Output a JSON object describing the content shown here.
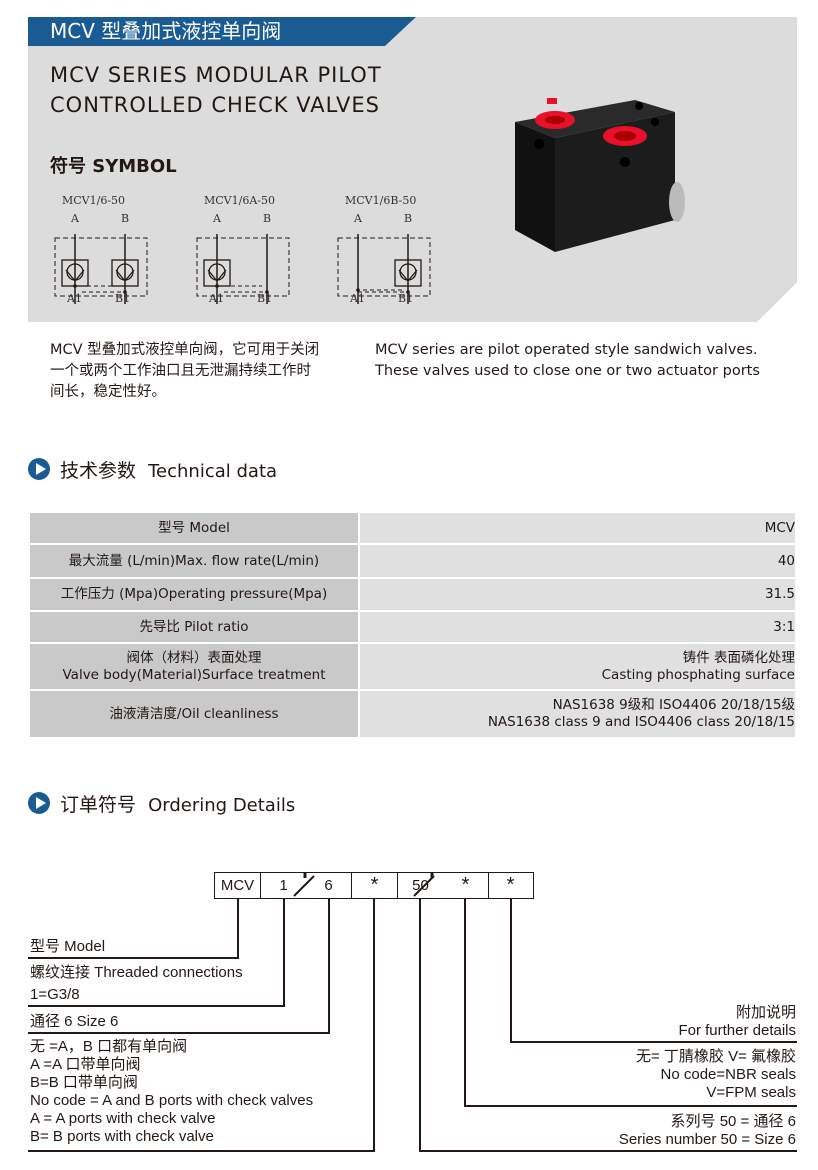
{
  "header": {
    "title": "MCV 型叠加式液控单向阀",
    "subtitle_line1": "MCV SERIES MODULAR PILOT",
    "subtitle_line2": "CONTROLLED CHECK VALVES"
  },
  "symbol": {
    "title": "符号 SYMBOL",
    "items": [
      {
        "model": "MCV1/6-50",
        "a": "A",
        "b": "B",
        "a1": "A1",
        "b1": "B1"
      },
      {
        "model": "MCV1/6A-50",
        "a": "A",
        "b": "B",
        "a1": "A1",
        "b1": "B1"
      },
      {
        "model": "MCV1/6B-50",
        "a": "A",
        "b": "B",
        "a1": "A1",
        "b1": "B1"
      }
    ]
  },
  "description": {
    "cn": [
      "MCV  型叠加式液控单向阀，它可用于关闭",
      "一个或两个工作油口且无泄漏持续工作时",
      "间长，稳定性好。"
    ],
    "en": [
      "MCV series are pilot operated style sandwich valves.",
      "These valves used to close one or two actuator ports"
    ]
  },
  "technical": {
    "title": "技术参数",
    "title_en": "Technical data",
    "rows": [
      {
        "label": "型号 Model",
        "value": "MCV"
      },
      {
        "label": "最大流量 (L/min)Max. flow rate(L/min)",
        "value": "40"
      },
      {
        "label": "工作压力 (Mpa)Operating pressure(Mpa)",
        "value": "31.5"
      },
      {
        "label": "先导比 Pilot ratio",
        "value": "3:1"
      },
      {
        "label": "阀体（材料）表面处理",
        "label2": "Valve body(Material)Surface treatment",
        "value": "铸件 表面磷化处理",
        "value2": "Casting phosphating surface"
      },
      {
        "label": "油液清洁度/Oil cleanliness",
        "value": "NAS1638 9级和 ISO4406 20/18/15级",
        "value2": "NAS1638 class 9 and ISO4406 class 20/18/15"
      }
    ]
  },
  "ordering": {
    "title": "订单符号",
    "title_en": "Ordering Details",
    "code": [
      "MCV",
      "1",
      "6",
      "*",
      "50",
      "*",
      "*"
    ],
    "left": {
      "model": "型号 Model",
      "thread1": "螺纹连接 Threaded connections",
      "thread2": "1=G3/8",
      "size": "通径 6 Size 6",
      "check": [
        "无 =A，B 口都有单向阀",
        "A =A 口带单向阀",
        "B=B 口带单向阀",
        "No code = A and B ports with check valves",
        "A = A ports with check valve",
        "B= B ports with check valve"
      ]
    },
    "right": {
      "further1": "附加说明",
      "further2": "For further details",
      "seals": [
        "无= 丁腈橡胶 V= 氟橡胶",
        "No code=NBR seals",
        "V=FPM seals"
      ],
      "series": [
        "系列号 50 = 通径 6",
        "Series number 50 = Size 6"
      ]
    }
  },
  "colors": {
    "brand": "#1a5b94",
    "port": "#e8102a"
  }
}
